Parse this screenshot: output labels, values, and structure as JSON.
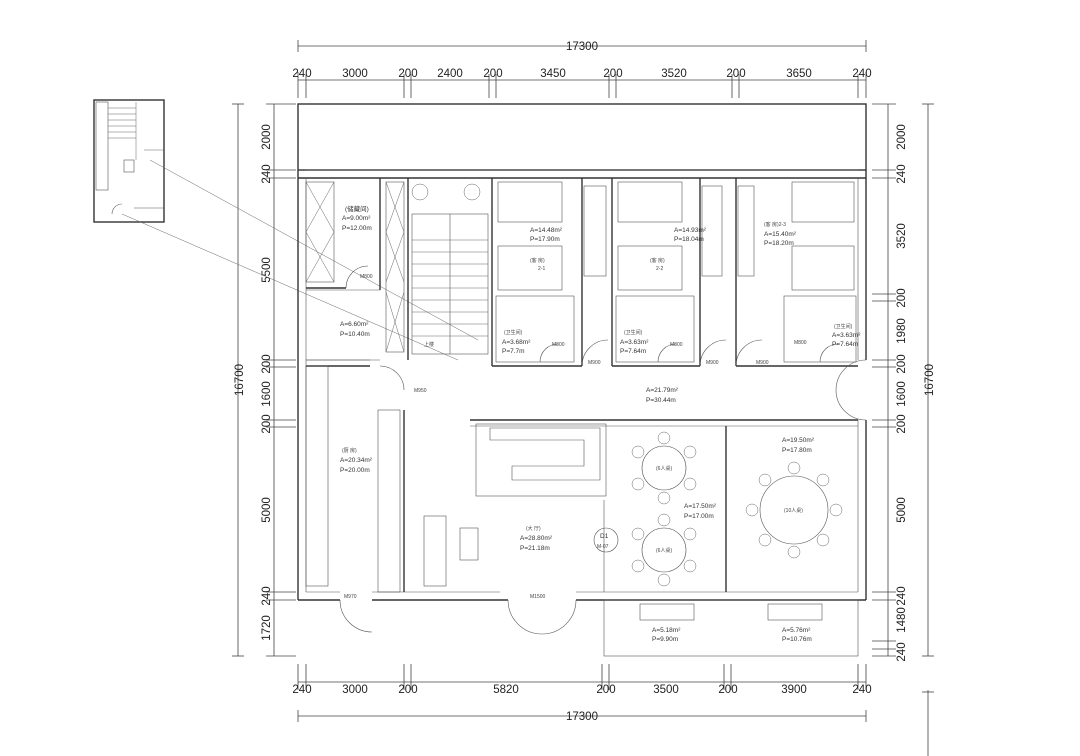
{
  "top_dims": {
    "overall": "17300",
    "segments": [
      "240",
      "3000",
      "200",
      "2400",
      "200",
      "3450",
      "200",
      "3520",
      "200",
      "3650",
      "240"
    ]
  },
  "bottom_dims": {
    "overall": "17300",
    "segments": [
      "240",
      "3000",
      "200",
      "5820",
      "200",
      "3500",
      "200",
      "3900",
      "240"
    ]
  },
  "left_dims": {
    "overall": "16700",
    "segments": [
      "2000",
      "240",
      "5500",
      "200",
      "1600",
      "200",
      "5000",
      "240",
      "1720"
    ]
  },
  "right_dims": {
    "overall": "16700",
    "segments": [
      "2000",
      "240",
      "3520",
      "200",
      "1980",
      "200",
      "1600",
      "200",
      "5000",
      "240",
      "1480",
      "240"
    ]
  },
  "rooms": {
    "storage": {
      "name": "(储藏间)",
      "area": "A=9.00m²",
      "perimeter": "P=12.00m"
    },
    "stair_lobby": {
      "area": "A=6.60m²",
      "perimeter": "P=10.40m"
    },
    "kitchen": {
      "name": "(厨 房)",
      "area": "A=20.34m²",
      "perimeter": "P=20.00m"
    },
    "room1": {
      "name": "(客 房)",
      "sub": "2-1",
      "area": "A=14.48m²",
      "perimeter": "P=17.90m"
    },
    "room2": {
      "name": "(客 房)",
      "sub": "2-2",
      "area": "A=14.93m²",
      "perimeter": "P=18.04m"
    },
    "room3": {
      "name": "(客 房)2-3",
      "area": "A=15.40m²",
      "perimeter": "P=18.20m"
    },
    "bath1": {
      "name": "(卫生间)",
      "area": "A=3.68m²",
      "perimeter": "P=7.7m"
    },
    "bath2": {
      "name": "(卫生间)",
      "area": "A=3.63m²",
      "perimeter": "P=7.64m"
    },
    "bath3": {
      "name": "(卫生间)",
      "area": "A=3.63m²",
      "perimeter": "P=7.64m"
    },
    "corridor": {
      "area": "A=21.79m²",
      "perimeter": "P=30.44m"
    },
    "hall": {
      "name": "(大 厅)",
      "area": "A=28.80m²",
      "perimeter": "P=21.18m"
    },
    "dining_mid": {
      "area": "A=17.50m²",
      "perimeter": "P=17.00m"
    },
    "dining_right": {
      "area": "A=19.50m²",
      "perimeter": "P=17.80m"
    },
    "balcony_left": {
      "area": "A=5.18m²",
      "perimeter": "P=9.90m"
    },
    "balcony_right": {
      "area": "A=5.76m²",
      "perimeter": "P=10.76m"
    }
  },
  "tables": {
    "six_a": "(6人桌)",
    "six_b": "(6人桌)",
    "ten": "(10人桌)"
  },
  "tags": {
    "d1": "D1",
    "m07": "M-07",
    "up": "上楼",
    "door_codes": [
      "M800",
      "M800",
      "M800",
      "M800",
      "M900",
      "M900",
      "M900",
      "M970",
      "M1500",
      "M950"
    ]
  }
}
